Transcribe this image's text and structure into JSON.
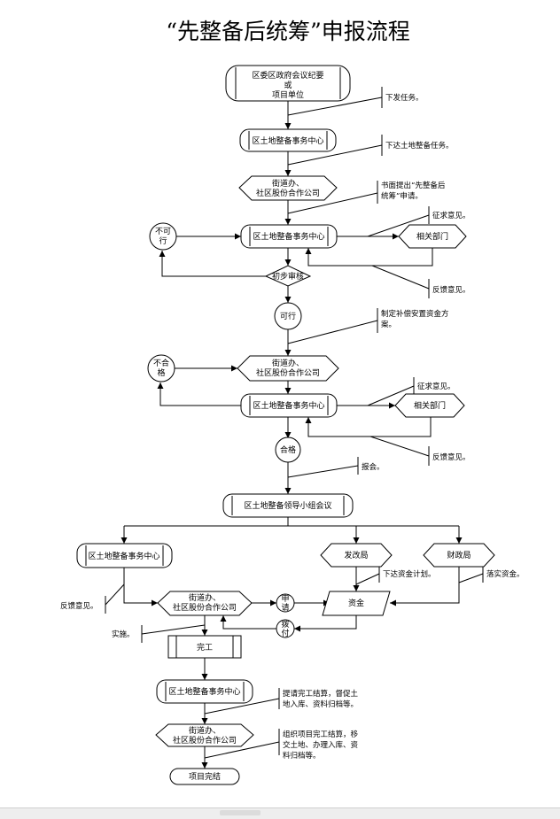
{
  "title": "“先整备后统筹”申报流程",
  "nodes": {
    "start": [
      "区委区政府会议纪要",
      "或",
      "项目单位"
    ],
    "center1": "区土地整备事务中心",
    "street1": [
      "街道办、",
      "社区股份合作公司"
    ],
    "center2": "区土地整备事务中心",
    "buxing": [
      "不可",
      "行"
    ],
    "dept1": "相关部门",
    "review": "初步审核",
    "kexing": "可行",
    "street2": [
      "街道办、",
      "社区股份合作公司"
    ],
    "buhege": [
      "不合",
      "格"
    ],
    "center3": "区土地整备事务中心",
    "dept2": "相关部门",
    "hege": "合格",
    "leader": "区土地整备领导小组会议",
    "center4": "区土地整备事务中心",
    "fagai": "发改局",
    "caizheng": "财政局",
    "street3": [
      "街道办、",
      "社区股份合作公司"
    ],
    "shenqing": [
      "申",
      "请"
    ],
    "zijin": "资金",
    "bofu": [
      "拨",
      "付"
    ],
    "done": "完工",
    "center5": "区土地整备事务中心",
    "street4": [
      "街道办、",
      "社区股份合作公司"
    ],
    "finish": "项目完结"
  },
  "notes": {
    "n1": [
      "下发任务。"
    ],
    "n2": [
      "下达土地整备任务。"
    ],
    "n3": [
      "书面提出“先整备后",
      "统筹”申请。"
    ],
    "n4": [
      "征求意见。"
    ],
    "n5": [
      "反馈意见。"
    ],
    "n6": [
      "制定补偿安置资金方",
      "案。"
    ],
    "n7": [
      "征求意见。"
    ],
    "n8": [
      "反馈意见。"
    ],
    "n9": [
      "报会。"
    ],
    "n10": [
      "下达资金计划。"
    ],
    "n11": [
      "落实资金。"
    ],
    "n12": [
      "反馈意见。"
    ],
    "n13": [
      "实施。"
    ],
    "n14": [
      "提请完工结算，督促土",
      "地入库、资料归档等。"
    ],
    "n15": [
      "组织项目完工结算，移",
      "交土地、办理入库、资",
      "料归档等。"
    ]
  }
}
